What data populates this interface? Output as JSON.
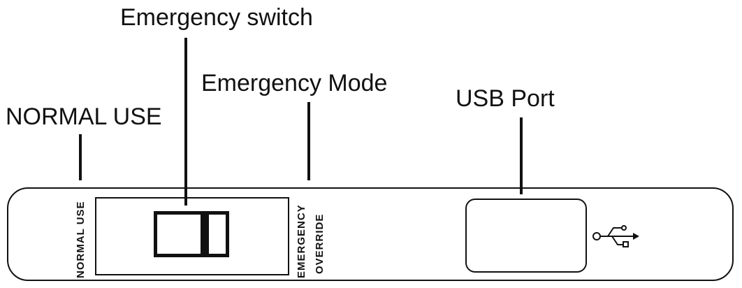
{
  "callouts": {
    "emergency_switch": "Emergency switch",
    "emergency_mode": "Emergency Mode",
    "normal_use": "NORMAL USE",
    "usb_port": "USB Port"
  },
  "panel_labels": {
    "normal_use": "NORMAL USE",
    "emergency_line1": "EMERGENCY",
    "emergency_line2": "OVERRIDE"
  },
  "icons": {
    "usb": "usb-icon"
  },
  "colors": {
    "line": "#111111",
    "background": "#ffffff"
  }
}
